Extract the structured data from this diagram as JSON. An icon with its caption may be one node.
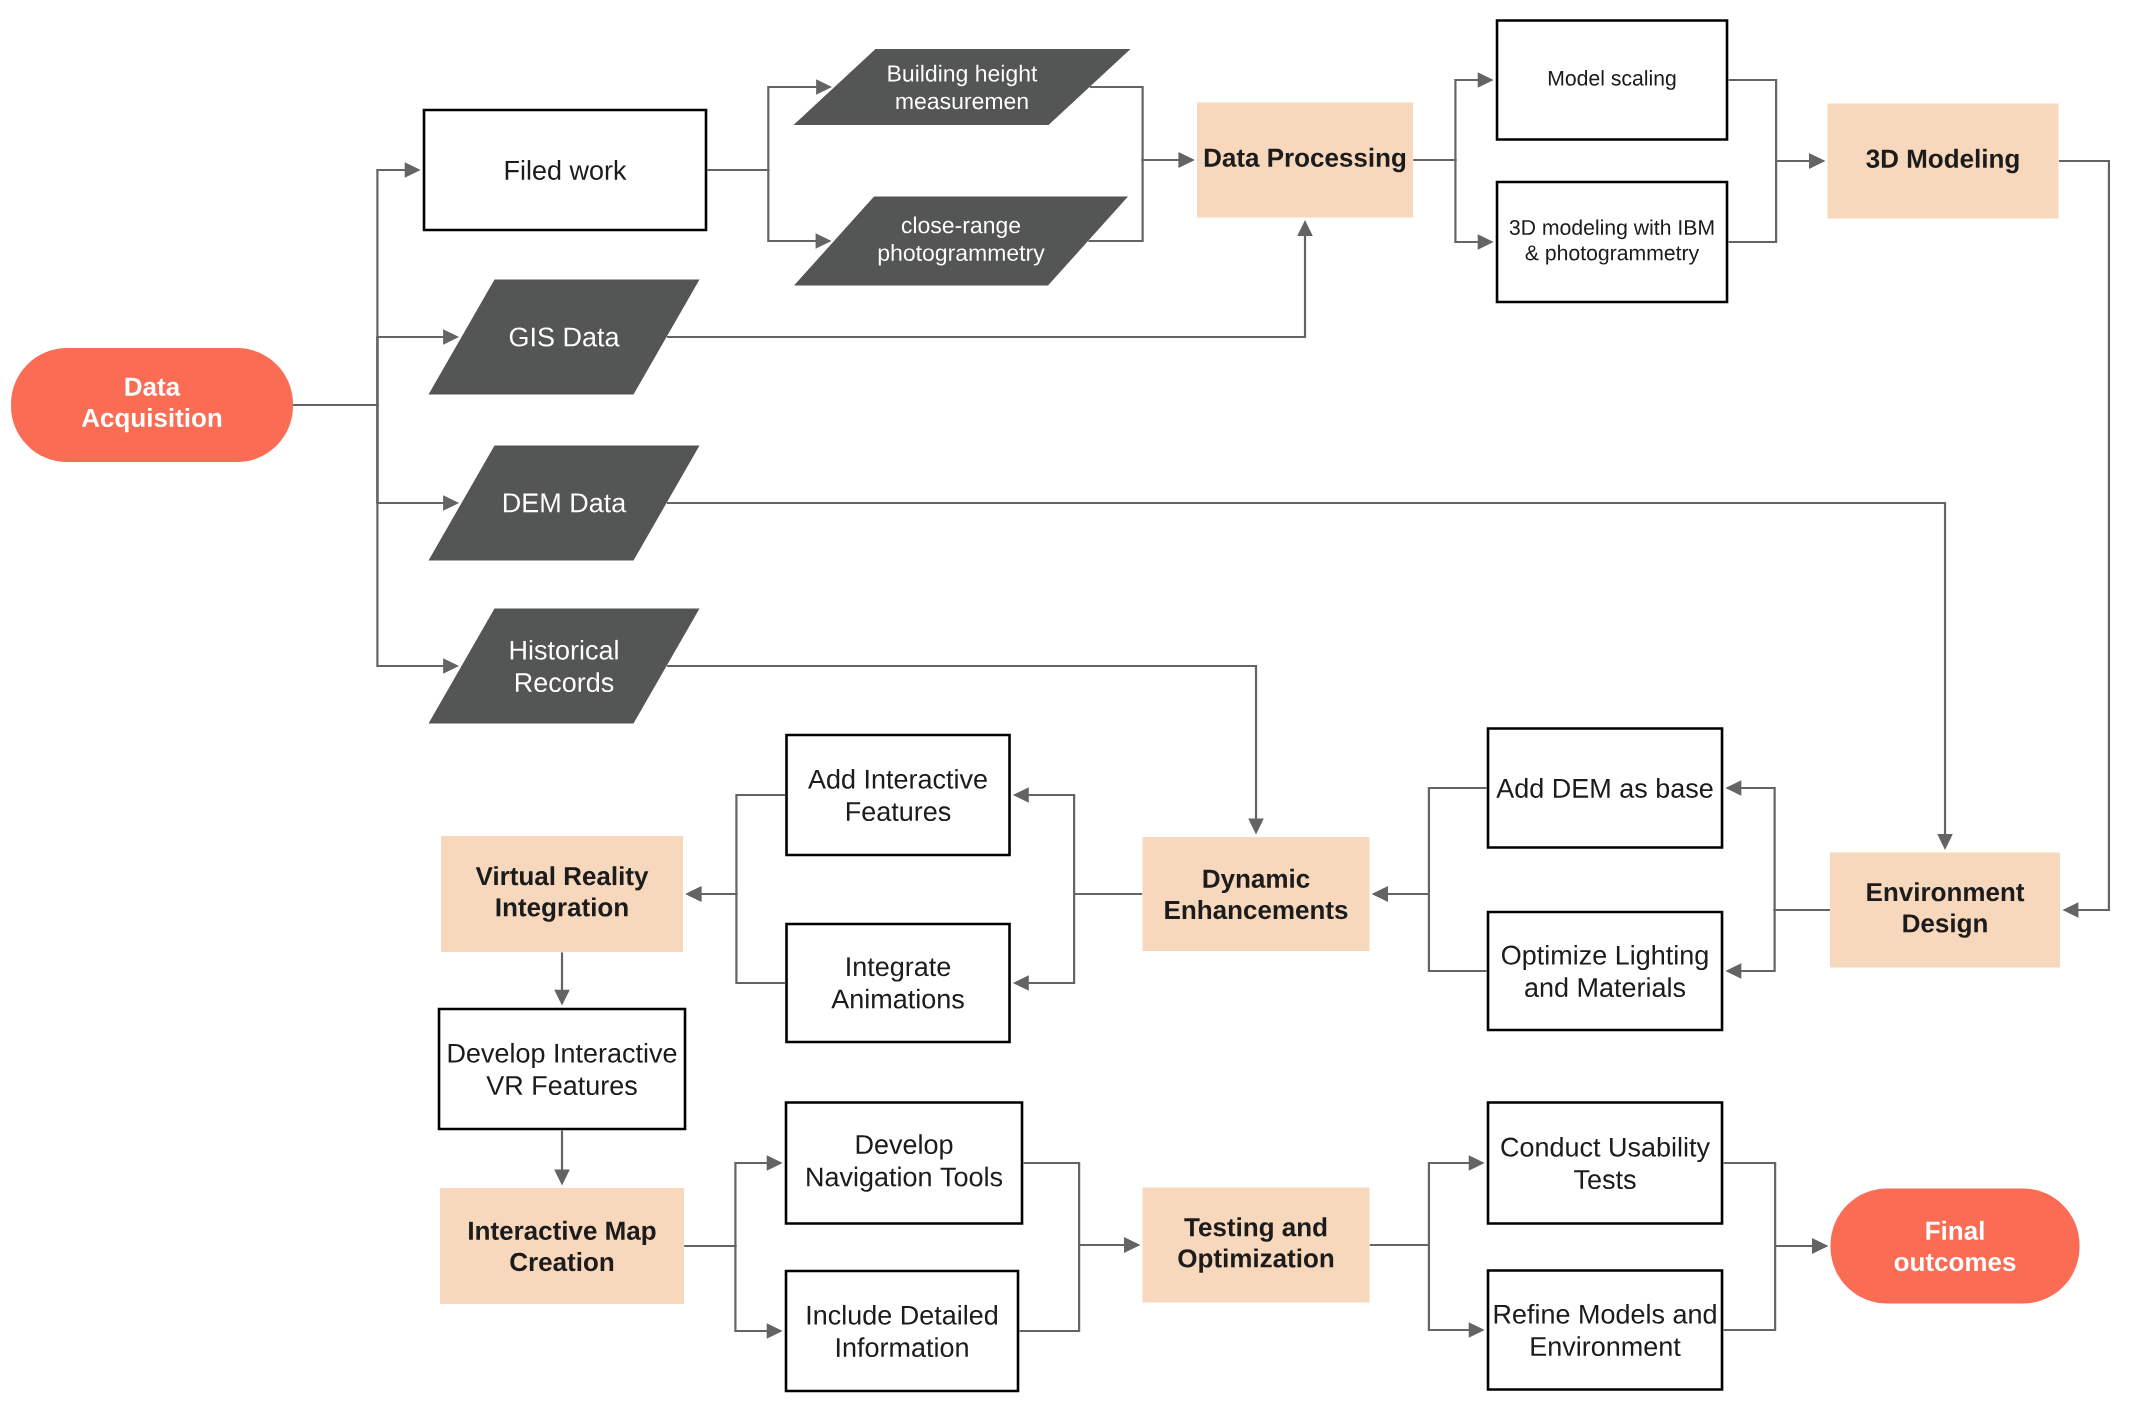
{
  "diagram": {
    "nodes": [
      {
        "text": [
          "Data Acquisition"
        ]
      },
      {
        "text": [
          "Filed work"
        ]
      },
      {
        "text": [
          "Building height measuremen"
        ]
      },
      {
        "text": [
          "close-range photogrammetry"
        ]
      },
      {
        "text": [
          "Data Processing"
        ]
      },
      {
        "text": [
          "Model scaling"
        ]
      },
      {
        "text": [
          "3D modeling with IBM & photogrammetry"
        ]
      },
      {
        "text": [
          "3D Modeling"
        ]
      },
      {
        "text": [
          "GIS Data"
        ]
      },
      {
        "text": [
          "DEM Data"
        ]
      },
      {
        "text": [
          "Historical Records"
        ]
      },
      {
        "text": [
          "Environment Design"
        ]
      },
      {
        "text": [
          "Add DEM as base"
        ]
      },
      {
        "text": [
          "Optimize Lighting and Materials"
        ]
      },
      {
        "text": [
          "Dynamic Enhancements"
        ]
      },
      {
        "text": [
          "Add Interactive Features"
        ]
      },
      {
        "text": [
          "Integrate Animations"
        ]
      },
      {
        "text": [
          "Virtual Reality Integration"
        ]
      },
      {
        "text": [
          "Develop Interactive VR Features"
        ]
      },
      {
        "text": [
          "Interactive Map Creation"
        ]
      },
      {
        "text": [
          "Develop Navigation Tools"
        ]
      },
      {
        "text": [
          "Include Detailed Information"
        ]
      },
      {
        "text": [
          "Testing and Optimization"
        ]
      },
      {
        "text": [
          "Conduct Usability Tests"
        ]
      },
      {
        "text": [
          "Refine Models and Environment"
        ]
      },
      {
        "text": [
          "Final outcomes"
        ]
      }
    ],
    "edges": [
      {
        "from": 0,
        "to": 1,
        "arrow": "to"
      },
      {
        "from": 0,
        "to": 8,
        "arrow": "to"
      },
      {
        "from": 0,
        "to": 9,
        "arrow": "to"
      },
      {
        "from": 0,
        "to": 10,
        "arrow": "to"
      },
      {
        "from": 1,
        "to": 2,
        "arrow": "to"
      },
      {
        "from": 1,
        "to": 3,
        "arrow": "to"
      },
      {
        "from": 2,
        "to": 4,
        "arrow": "to"
      },
      {
        "from": 3,
        "to": 4,
        "arrow": "to"
      },
      {
        "from": 8,
        "to": 4,
        "arrow": "to"
      },
      {
        "from": 4,
        "to": 5,
        "arrow": "to"
      },
      {
        "from": 4,
        "to": 6,
        "arrow": "to"
      },
      {
        "from": 5,
        "to": 7,
        "arrow": "to"
      },
      {
        "from": 6,
        "to": 7,
        "arrow": "to"
      },
      {
        "from": 7,
        "to": 11,
        "arrow": "to"
      },
      {
        "from": 9,
        "to": 11,
        "arrow": "to"
      },
      {
        "from": 10,
        "to": 14,
        "arrow": "to"
      },
      {
        "from": 11,
        "to": 12,
        "arrow": "to"
      },
      {
        "from": 11,
        "to": 13,
        "arrow": "to"
      },
      {
        "from": 12,
        "to": 14,
        "arrow": "to"
      },
      {
        "from": 13,
        "to": 14,
        "arrow": "to"
      },
      {
        "from": 14,
        "to": 15,
        "arrow": "to"
      },
      {
        "from": 14,
        "to": 16,
        "arrow": "to"
      },
      {
        "from": 15,
        "to": 17,
        "arrow": "to"
      },
      {
        "from": 16,
        "to": 17,
        "arrow": "to"
      },
      {
        "from": 17,
        "to": 18,
        "arrow": "to"
      },
      {
        "from": 18,
        "to": 19,
        "arrow": "to"
      },
      {
        "from": 19,
        "to": 20,
        "arrow": "to"
      },
      {
        "from": 19,
        "to": 21,
        "arrow": "to"
      },
      {
        "from": 20,
        "to": 22,
        "arrow": "to"
      },
      {
        "from": 21,
        "to": 22,
        "arrow": "to"
      },
      {
        "from": 22,
        "to": 23,
        "arrow": "to"
      },
      {
        "from": 22,
        "to": 24,
        "arrow": "to"
      },
      {
        "from": 23,
        "to": 25,
        "arrow": "to"
      },
      {
        "from": 24,
        "to": 25,
        "arrow": "to"
      }
    ]
  }
}
